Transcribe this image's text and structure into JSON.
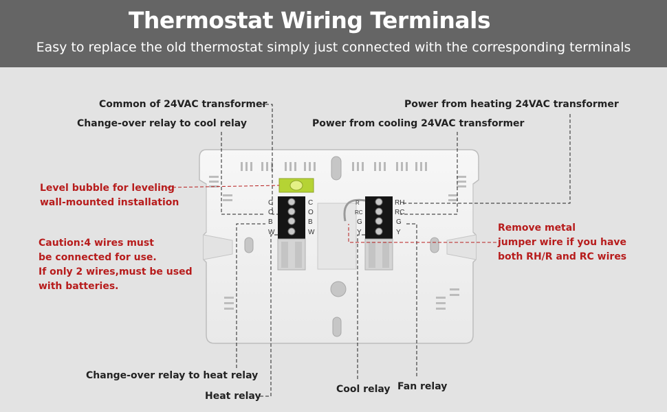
{
  "header": {
    "title": "Thermostat Wiring Terminals",
    "subtitle": "Easy to replace the old thermostat simply just connected with the corresponding terminals"
  },
  "labels": {
    "common": "Common of 24VAC transformer",
    "changeover_cool": "Change-over relay to cool relay",
    "power_heating": "Power from heating 24VAC transformer",
    "power_cooling": "Power from cooling 24VAC transformer",
    "level_line1": "Level bubble for leveling",
    "level_line2": "wall-mounted installation",
    "caution_line1": "Caution:4 wires must",
    "caution_line2": "be connected for use.",
    "caution_line3": "If only 2 wires,must be used",
    "caution_line4": "with batteries.",
    "jumper_line1": "Remove metal",
    "jumper_line2": "jumper wire if you have",
    "jumper_line3": "both RH/R and RC wires",
    "changeover_heat": "Change-over relay to heat relay",
    "heat_relay": "Heat relay",
    "cool_relay": "Cool relay",
    "fan_relay": "Fan relay"
  },
  "terminals": {
    "left": [
      "C",
      "O",
      "B",
      "W"
    ],
    "right": [
      "RH",
      "RC",
      "G",
      "Y"
    ],
    "right_inner": [
      "R",
      "RC",
      "G",
      "Y"
    ]
  },
  "colors": {
    "header_bg": "#656565",
    "background": "#e3e3e3",
    "warning_red": "#b71c1c",
    "level_bubble": "#b5d334"
  }
}
